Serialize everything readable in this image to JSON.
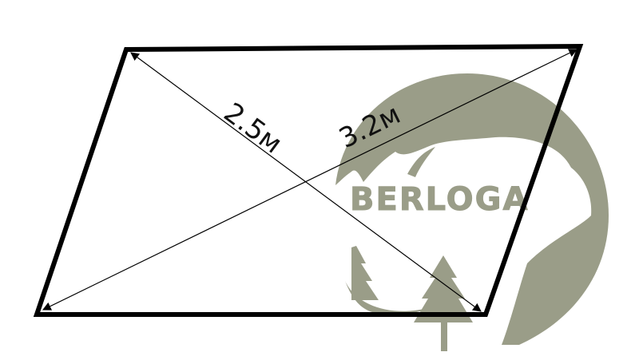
{
  "diagram": {
    "diagonal_short_label": "2.5м",
    "diagonal_long_label": "3.2м"
  },
  "watermark": {
    "brand_text": "BERLOGA",
    "color": "#9a9d88"
  }
}
